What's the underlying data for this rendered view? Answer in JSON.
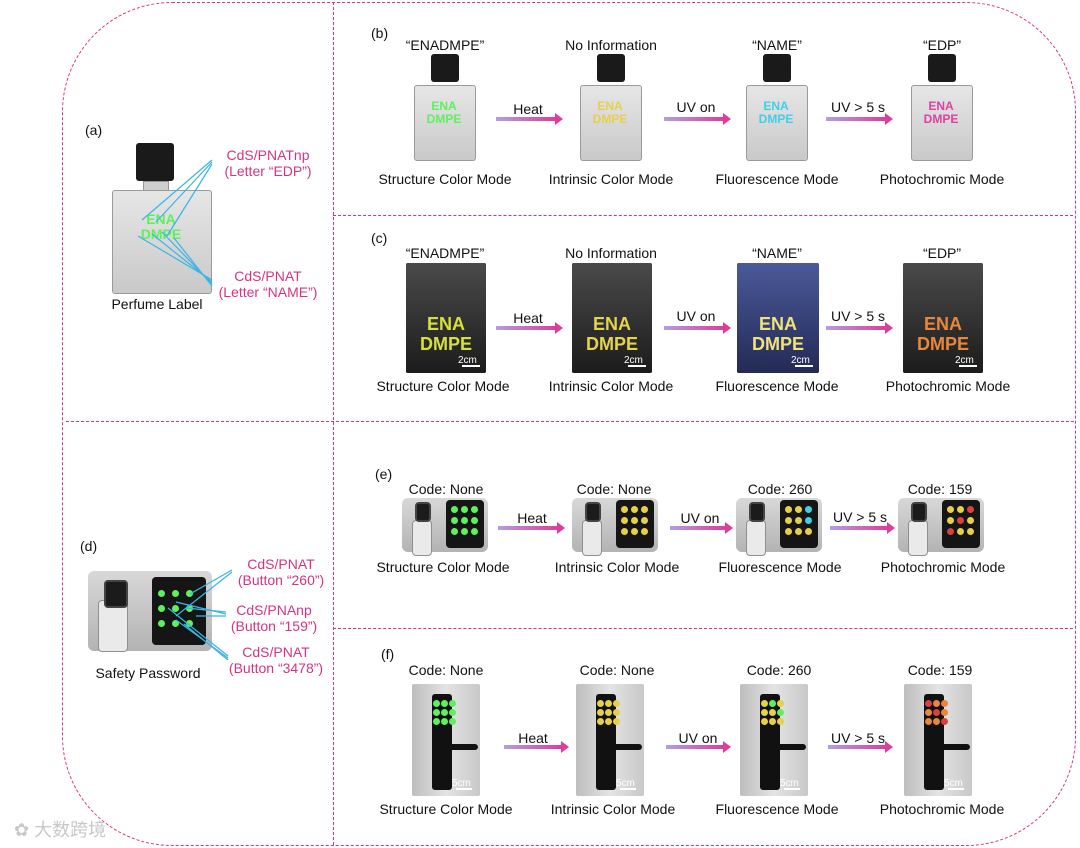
{
  "panels": {
    "a": {
      "label": "(a)",
      "caption": "Perfume Label",
      "callout1": [
        "CdS/PNATnp",
        "(Letter “EDP”)"
      ],
      "callout2": [
        "CdS/PNAT",
        "(Letter “NAME”)"
      ],
      "bottle_text": [
        "ENA",
        "DMPE"
      ]
    },
    "b": {
      "label": "(b)",
      "headers": [
        "“ENADMPE”",
        "No Information",
        "“NAME”",
        "“EDP”"
      ],
      "modes": [
        "Structure Color Mode",
        "Intrinsic Color Mode",
        "Fluorescence Mode",
        "Photochromic Mode"
      ],
      "arrows": [
        "Heat",
        "UV on",
        "UV > 5 s"
      ]
    },
    "c": {
      "label": "(c)",
      "headers": [
        "“ENADMPE”",
        "No Information",
        "“NAME”",
        "“EDP”"
      ],
      "modes": [
        "Structure Color Mode",
        "Intrinsic Color Mode",
        "Fluorescence Mode",
        "Photochromic Mode"
      ],
      "arrows": [
        "Heat",
        "UV on",
        "UV > 5 s"
      ],
      "scale": "2cm"
    },
    "d": {
      "label": "(d)",
      "caption": "Safety Password",
      "callout1": [
        "CdS/PNAT",
        "(Button “260”)"
      ],
      "callout2": [
        "CdS/PNAnp",
        "(Button “159”)"
      ],
      "callout3": [
        "CdS/PNAT",
        "(Button “3478”)"
      ]
    },
    "e": {
      "label": "(e)",
      "headers": [
        "Code: None",
        "Code: None",
        "Code: 260",
        "Code: 159"
      ],
      "modes": [
        "Structure Color Mode",
        "Intrinsic Color Mode",
        "Fluorescence Mode",
        "Photochromic Mode"
      ],
      "arrows": [
        "Heat",
        "UV on",
        "UV > 5 s"
      ]
    },
    "f": {
      "label": "(f)",
      "headers": [
        "Code: None",
        "Code: None",
        "Code: 260",
        "Code: 159"
      ],
      "modes": [
        "Structure Color Mode",
        "Intrinsic Color Mode",
        "Fluorescence Mode",
        "Photochromic Mode"
      ],
      "arrows": [
        "Heat",
        "UV on",
        "UV > 5 s"
      ],
      "scale": "5cm"
    }
  },
  "watermark": "大数跨境",
  "colors": {
    "accent": "#d63384",
    "callout_line": "#3ab4e6",
    "green": "#5ef05e",
    "yellow": "#e6d04a",
    "cyan": "#3fd0e6",
    "orange": "#e8873c",
    "red": "#d94040"
  }
}
